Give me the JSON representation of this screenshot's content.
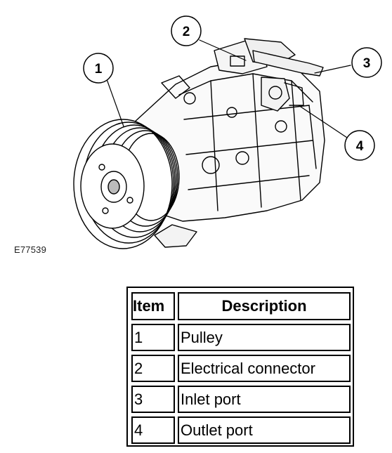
{
  "figure": {
    "code": "E77539",
    "callouts": [
      "1",
      "2",
      "3",
      "4"
    ]
  },
  "legend": {
    "header": {
      "item": "Item",
      "description": "Description"
    },
    "rows": [
      {
        "item": "1",
        "description": "Pulley"
      },
      {
        "item": "2",
        "description": "Electrical connector"
      },
      {
        "item": "3",
        "description": "Inlet port"
      },
      {
        "item": "4",
        "description": "Outlet port"
      }
    ]
  }
}
